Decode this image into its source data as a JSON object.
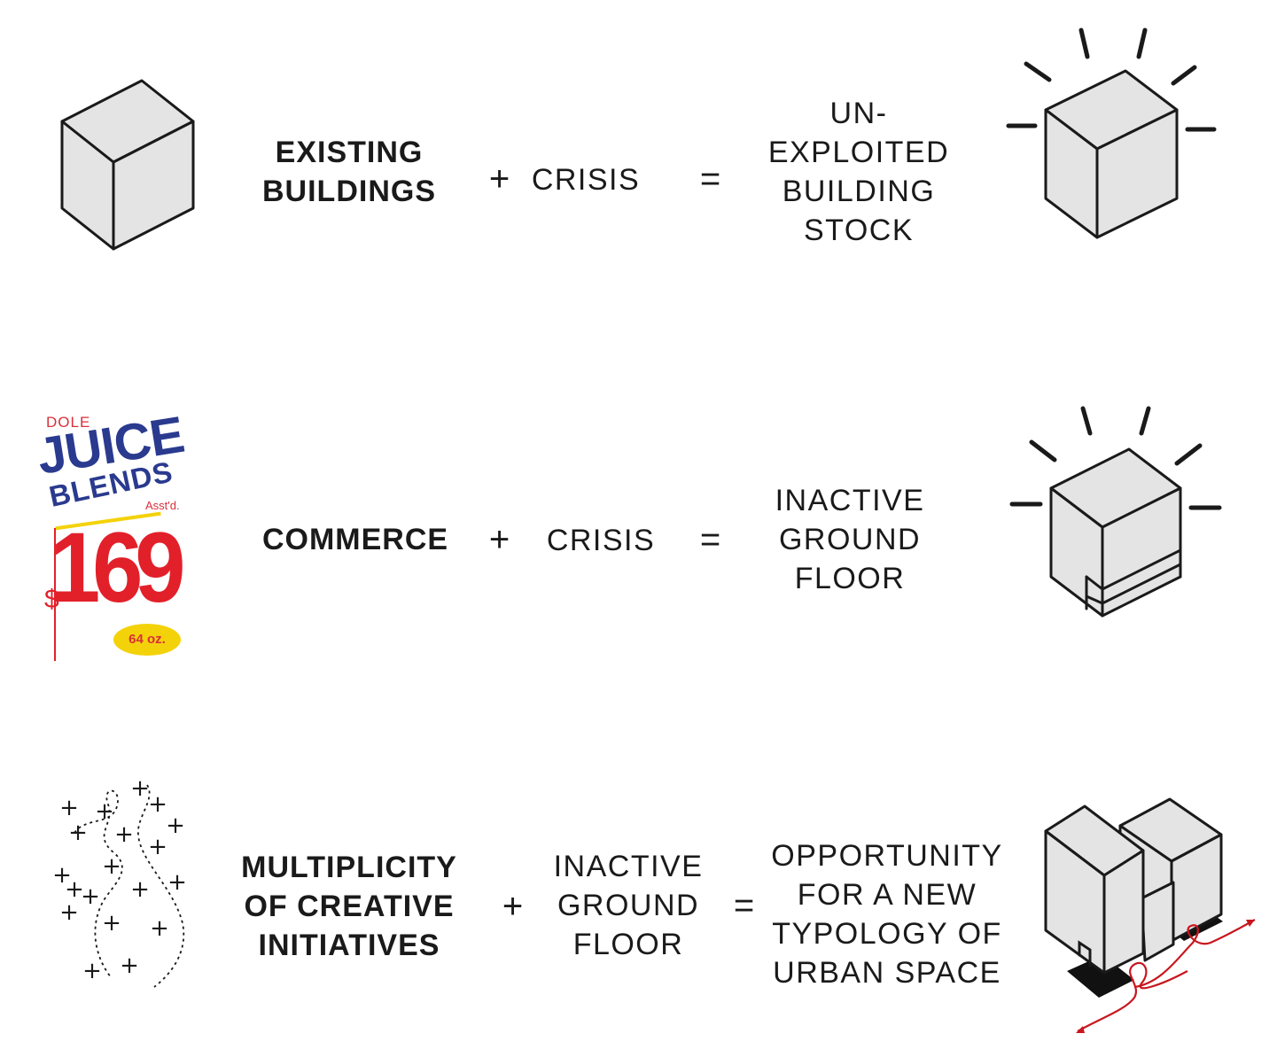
{
  "row1": {
    "term1": [
      "EXISTING",
      "BUILDINGS"
    ],
    "plus": "+",
    "term2": "CRISIS",
    "equals": "=",
    "result": [
      "UN-",
      "EXPLOITED",
      "BUILDING",
      "STOCK"
    ]
  },
  "row2": {
    "ad": {
      "brand": "DOLE",
      "line1": "JUICE",
      "line2": "BLENDS",
      "assorted": "Asst'd.",
      "dollar": "$",
      "price": "169",
      "size": "64 oz."
    },
    "term1": "COMMERCE",
    "plus": "+",
    "term2": "CRISIS",
    "equals": "=",
    "result": [
      "INACTIVE",
      "GROUND",
      "FLOOR"
    ]
  },
  "row3": {
    "term1": [
      "MULTIPLICITY",
      "OF CREATIVE",
      "INITIATIVES"
    ],
    "plus": "+",
    "term2": [
      "INACTIVE",
      "GROUND",
      "FLOOR"
    ],
    "equals": "=",
    "result": [
      "OPPORTUNITY",
      "FOR A NEW",
      "TYPOLOGY OF",
      "URBAN SPACE"
    ],
    "plus_marks": [
      "+",
      "+",
      "+",
      "+",
      "+",
      "+",
      "+",
      "+",
      "+",
      "+",
      "+",
      "+",
      "+",
      "+",
      "+",
      "+",
      "+",
      "+",
      "+"
    ]
  },
  "colors": {
    "ink": "#1a1a1a",
    "box_fill": "#e4e4e4",
    "juice_blue": "#2a3a8f",
    "price_red": "#e2202a",
    "badge_yellow": "#f4d20a",
    "arrow_red": "#c8161d"
  }
}
